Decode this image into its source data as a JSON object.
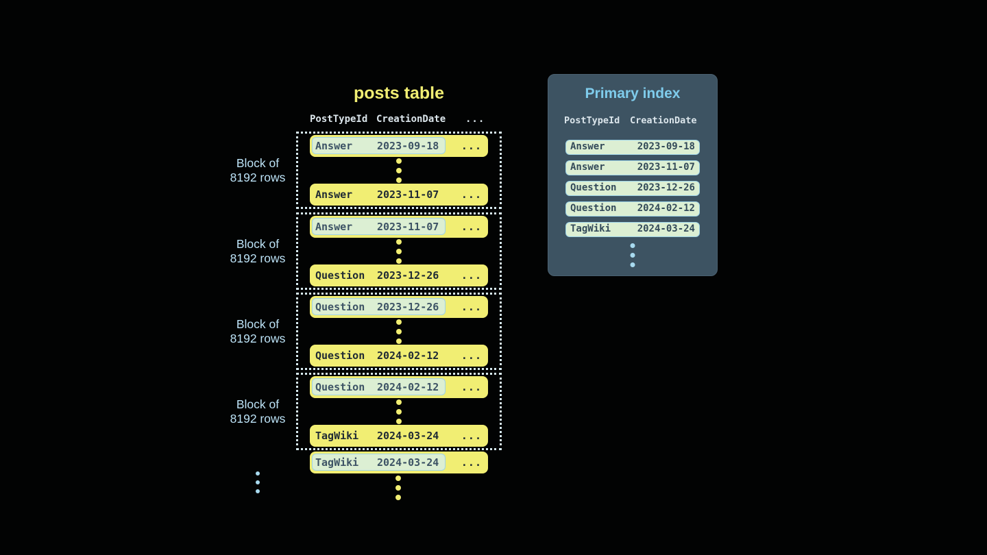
{
  "ui": {
    "ellipsis": "..."
  },
  "posts_table": {
    "title": "posts table",
    "columns": [
      "PostTypeId",
      "CreationDate"
    ],
    "blocks": [
      {
        "label": [
          "Block of",
          "8192 rows"
        ],
        "first_row": {
          "type": "Answer",
          "date": "2023-09-18"
        },
        "last_row": {
          "type": "Answer",
          "date": "2023-11-07"
        }
      },
      {
        "label": [
          "Block of",
          "8192 rows"
        ],
        "first_row": {
          "type": "Answer",
          "date": "2023-11-07"
        },
        "last_row": {
          "type": "Question",
          "date": "2023-12-26"
        }
      },
      {
        "label": [
          "Block of",
          "8192 rows"
        ],
        "first_row": {
          "type": "Question",
          "date": "2023-12-26"
        },
        "last_row": {
          "type": "Question",
          "date": "2024-02-12"
        }
      },
      {
        "label": [
          "Block of",
          "8192 rows"
        ],
        "first_row": {
          "type": "Question",
          "date": "2024-02-12"
        },
        "last_row": {
          "type": "TagWiki",
          "date": "2024-03-24"
        }
      }
    ],
    "overflow_row": {
      "type": "TagWiki",
      "date": "2024-03-24"
    }
  },
  "primary_index": {
    "title": "Primary index",
    "columns": [
      "PostTypeId",
      "CreationDate"
    ],
    "rows": [
      {
        "type": "Answer",
        "date": "2023-09-18"
      },
      {
        "type": "Answer",
        "date": "2023-11-07"
      },
      {
        "type": "Question",
        "date": "2023-12-26"
      },
      {
        "type": "Question",
        "date": "2024-02-12"
      },
      {
        "type": "TagWiki",
        "date": "2024-03-24"
      }
    ]
  },
  "colors": {
    "background": "#020303",
    "row-yellow": "#f1ee73",
    "row-text": "#202b34",
    "highlight-bg": "#dcefd3",
    "highlight-border": "#9ed3e8",
    "highlight-text": "#3d5365",
    "pill-text": "#334a59",
    "panel-bg": "#3d5362",
    "panel-title": "#7fccec",
    "header-text": "#dbe5eb",
    "label-text": "#bce2f6",
    "dot-blue": "#a8daef",
    "dotted-border": "#d8ebf1"
  }
}
